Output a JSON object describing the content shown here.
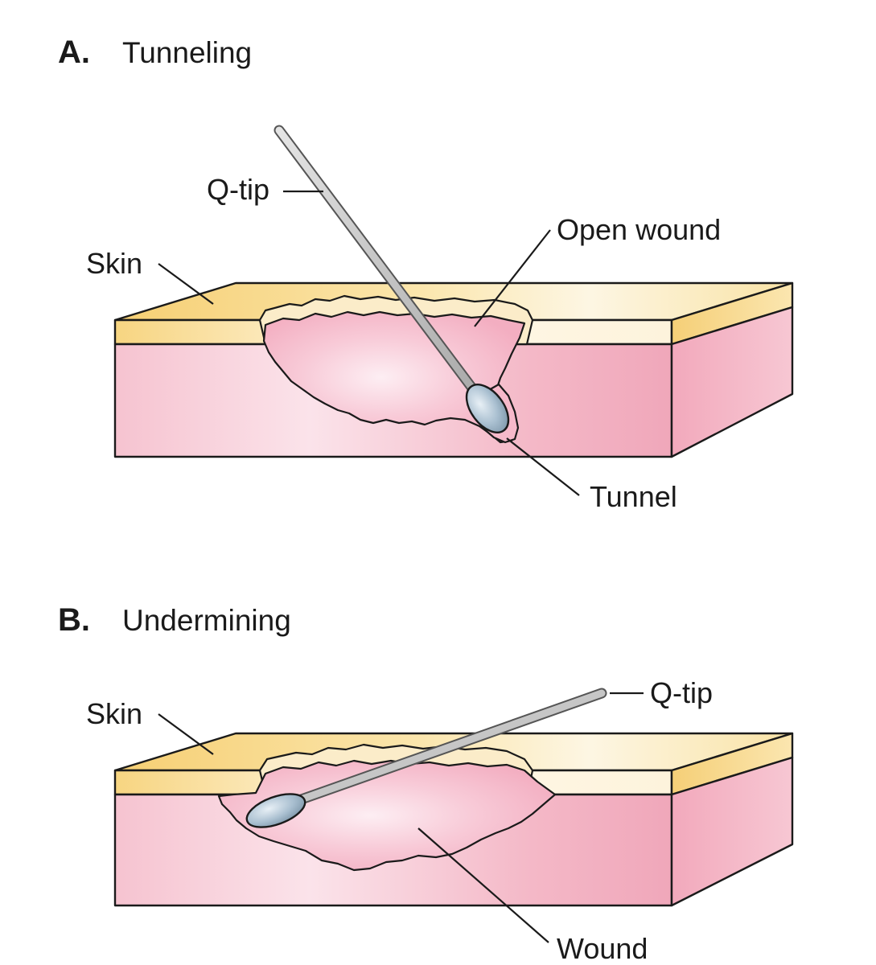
{
  "panel_a": {
    "letter": "A.",
    "title": "Tunneling",
    "labels": {
      "qtip": "Q-tip",
      "skin": "Skin",
      "open_wound": "Open wound",
      "tunnel": "Tunnel"
    }
  },
  "panel_b": {
    "letter": "B.",
    "title": "Undermining",
    "labels": {
      "qtip": "Q-tip",
      "skin": "Skin",
      "wound": "Wound"
    }
  },
  "colors": {
    "skin_top": "#f9dc8a",
    "skin_top_light": "#fdf3d6",
    "dermis": "#f3b3c3",
    "dermis_light": "#fbe1e8",
    "wound_bed": "#f7bfd0",
    "wound_rim": "#fbecc8",
    "qtip_stick": "#c7c7c7",
    "qtip_tip": "#9fb6c8"
  }
}
